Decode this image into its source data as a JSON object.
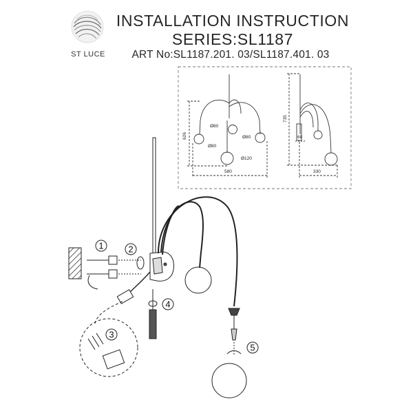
{
  "brand": {
    "name": "ST LUCE"
  },
  "header": {
    "title": "INSTALLATION INSTRUCTION",
    "series": "SERIES:SL1187",
    "article": "ART No:SL1187.201. 03/SL1187.401. 03"
  },
  "dimensions": {
    "front": {
      "height": "626",
      "width": "580",
      "d_upper_left": "Ø80",
      "d_lower_left": "Ø80",
      "d_right": "Ø80",
      "d_bottom": "Ø120"
    },
    "side": {
      "height": "735",
      "depth": "330",
      "base": "68"
    }
  },
  "steps": [
    "1",
    "2",
    "3",
    "4",
    "5"
  ]
}
